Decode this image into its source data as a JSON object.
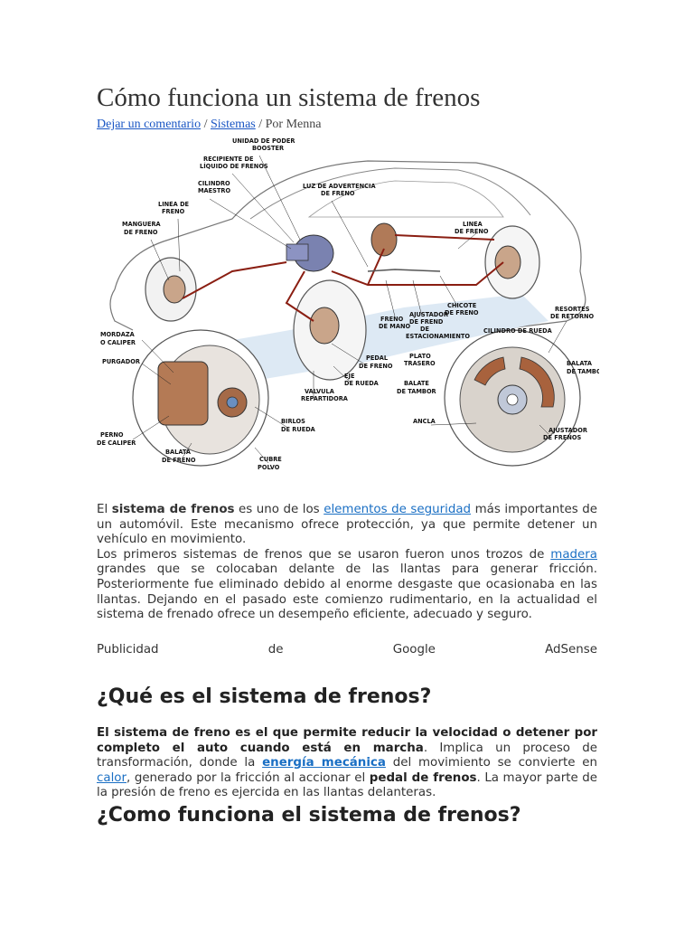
{
  "article": {
    "title": "Cómo funciona un sistema de frenos",
    "meta": {
      "comment_link": "Dejar un comentario",
      "sep1": " / ",
      "category_link": "Sistemas",
      "sep2": " / Por ",
      "author": "Menna"
    }
  },
  "figure": {
    "labels": {
      "booster": [
        "UNIDAD DE PODER",
        "BOOSTER"
      ],
      "reservoir": [
        "RECIPIENTE DE",
        "LÍQUIDO DE FRENOS"
      ],
      "master_cylinder": [
        "CILINDRO",
        "MAESTRO"
      ],
      "warning_light": [
        "LUZ DE ADVERTENCIA",
        "DE FRENO"
      ],
      "brake_line_left": [
        "LINEA DE",
        "FRENO"
      ],
      "brake_hose": [
        "MANGUERA",
        "DE FRENO"
      ],
      "brake_line_right": [
        "LINEA",
        "DE FRENO"
      ],
      "brake_cable": [
        "CHICOTE",
        "DE FRENO"
      ],
      "return_springs": [
        "RESORTES",
        "DE RETORNO"
      ],
      "hand_brake": [
        "FRENO",
        "DE MANO"
      ],
      "parking_adjuster": [
        "AJUSTADOR",
        "DE FREND",
        "DE",
        "ESTACIONAMIENTO"
      ],
      "caliper": [
        "MORDAZA",
        "O CALIPER"
      ],
      "bleeder": [
        "PURGADOR"
      ],
      "wheel_cylinder": [
        "CILINDRO DE RUEDA"
      ],
      "brake_pedal": [
        "PEDAL",
        "DE FRENO"
      ],
      "axle": [
        "EJE",
        "DE RUEDA"
      ],
      "rear_plate": [
        "PLATO",
        "TRASERO"
      ],
      "drum_shoe_right": [
        "BALATA",
        "DE TAMBOR"
      ],
      "drum_shoe_mid": [
        "BALATE",
        "DE TAMBOR"
      ],
      "proportioning_valve": [
        "VALVULA",
        "REPARTIDORA"
      ],
      "anchor": [
        "ANCLA"
      ],
      "caliper_bolt": [
        "PERNO",
        "DE CALIPER"
      ],
      "lug_nuts": [
        "BIRLOS",
        "DE RUEDA"
      ],
      "shoe_adjuster": [
        "AJUSTADOR",
        "DE FRENOS"
      ],
      "brake_pad": [
        "BALATA",
        "DE FRENO"
      ],
      "dust_cover": [
        "CUBRE",
        "POLVO"
      ]
    }
  },
  "intro": {
    "p1_a": "El ",
    "p1_b": "sistema de frenos",
    "p1_c": " es uno de los ",
    "p1_link": "elementos de seguridad",
    "p1_d": " más importantes de un automóvil. Este mecanismo ofrece protección, ya que permite detener un vehículo en movimiento.",
    "p2_a": "Los primeros sistemas de frenos que se usaron fueron unos trozos de ",
    "p2_link": "madera",
    "p2_b": " grandes que se colocaban delante de las llantas para generar fricción. Posteriormente fue eliminado debido al enorme desgaste que ocasionaba en las llantas. Dejando en el pasado este comienzo rudimentario, en la actualidad el sistema de frenado ofrece un desempeño eficiente, adecuado y seguro."
  },
  "adsense": [
    "Publicidad",
    "de",
    "Google",
    "AdSense"
  ],
  "section1": {
    "heading": "¿Qué es el sistema de frenos?",
    "bold1": "El sistema de freno es el que permite reducir la velocidad o detener por completo el auto cuando está en marcha",
    "t1": ". Implica un proceso de transformación, donde la ",
    "link1": "energía mecánica",
    "t2": " del movimiento se convierte en ",
    "link2": "calor",
    "t3": ", generado por la fricción al accionar el ",
    "bold2": "pedal de frenos",
    "t4": ". La mayor parte de la presión de freno es ejercida en las llantas delanteras."
  },
  "section2": {
    "heading": "¿Como funciona el sistema de frenos?"
  }
}
